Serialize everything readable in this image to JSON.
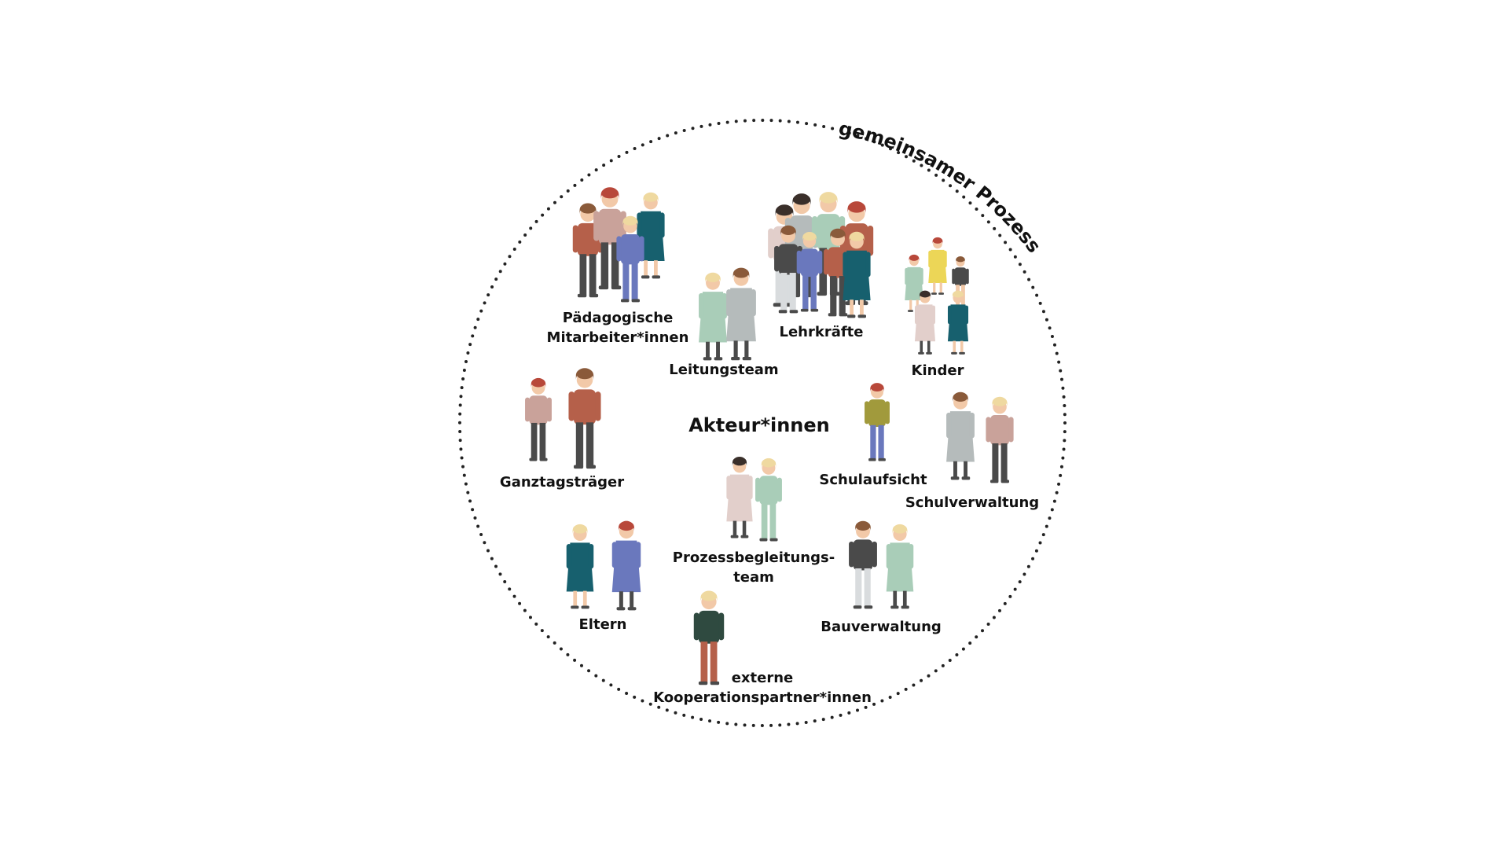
{
  "process_label": "gemeinsamer Prozess",
  "center_title": "Akteur*innen",
  "groups": {
    "paedagogische": {
      "line1": "Pädagogische",
      "line2": "Mitarbeiter*innen"
    },
    "leitungsteam": {
      "label": "Leitungsteam"
    },
    "lehrkraefte": {
      "label": "Lehrkräfte"
    },
    "kinder": {
      "label": "Kinder"
    },
    "ganztagstraeger": {
      "label": "Ganztagsträger"
    },
    "schulaufsicht": {
      "label": "Schulaufsicht"
    },
    "schulverwaltung": {
      "label": "Schulverwaltung"
    },
    "prozessbegleitung": {
      "line1": "Prozessbegleitungs-",
      "line2": "team"
    },
    "eltern": {
      "label": "Eltern"
    },
    "bauverwaltung": {
      "label": "Bauverwaltung"
    },
    "externe": {
      "line1": "externe",
      "line2": "Kooperationspartner*innen"
    }
  },
  "colors": {
    "dots": "#222222",
    "skin": "#f2c9a8",
    "hair_blonde": "#efd9a0",
    "hair_red": "#b8483a",
    "hair_dark": "#3a2f2a",
    "hair_brown": "#8a5a3a",
    "rust": "#b5604a",
    "blue": "#6a78bd",
    "teal": "#17606e",
    "mint": "#a9cdb8",
    "grey": "#b5bbbb",
    "pink": "#e2cfcb",
    "mauve": "#c9a29a",
    "olive": "#a19a3c",
    "yellow": "#ecd657",
    "dark_green": "#2f4a40",
    "charcoal": "#4a4a4a",
    "light_grey": "#d9dcde"
  }
}
